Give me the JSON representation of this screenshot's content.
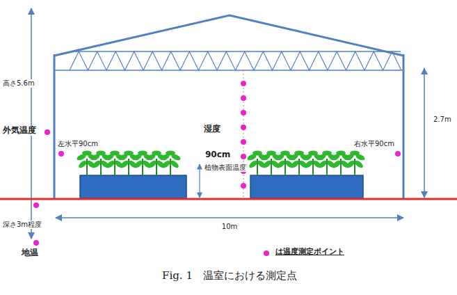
{
  "diagram": {
    "caption": "Fig. 1　温室における測定点",
    "labels": [
      "高さ5.6m",
      "外気温度",
      "左水平90cm",
      "湿度",
      "90cm",
      "植物表面温度",
      "右水平90cm",
      "2.7m",
      "深さ3m程度",
      "10m",
      "地温"
    ],
    "legend": [
      {
        "text": "は温度測定ポイント"
      }
    ]
  }
}
